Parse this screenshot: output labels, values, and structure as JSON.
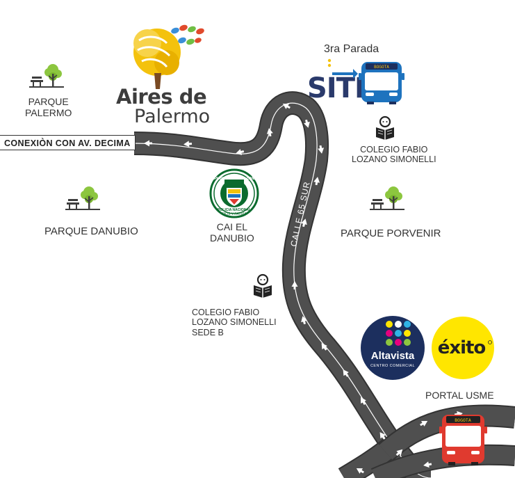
{
  "brand": {
    "name_line1": "Aires de",
    "name_line2": "Palermo"
  },
  "road": {
    "connection_label": "CONEXIÒN  CON AV. DECIMA",
    "street_label_upper": "CALLE 65 SUR",
    "street_label_lower": "CALLE 65 SUR"
  },
  "landmarks": {
    "parque_palermo": [
      "PARQUE",
      "PALERMO"
    ],
    "parque_danubio": "PARQUE DANUBIO",
    "cai": [
      "CAI EL",
      "DANUBIO"
    ],
    "colegio_1": [
      "COLEGIO FABIO",
      "LOZANO SIMONELLI"
    ],
    "parque_porvenir": "PARQUE  PORVENIR",
    "colegio_2": [
      "COLEGIO FABIO",
      "LOZANO SIMONELLI",
      "SEDE B"
    ],
    "sitp_stop": "3ra Parada",
    "sitp_logo": "SITP",
    "portal": "PORTAL USME",
    "bus_sign": "BOGOTA",
    "police_seal_text": [
      "REPUBLICA DE COLOMBIA",
      "POLICIA NACIONAL",
      "DIOS Y PATRIA"
    ]
  },
  "logos": {
    "altavista_name": "Altavista",
    "altavista_sub": "CENTRO COMERCIAL",
    "exito": "éxito"
  },
  "colors": {
    "road": "#4a4a4a",
    "road_edge": "#333333",
    "sitp_blue": "#1e73be",
    "sitp_navy": "#2a3a6b",
    "portal_red": "#e03a2f",
    "altavista_navy": "#1c2f5e",
    "exito_yellow": "#ffe600",
    "tree_green": "#8cc63f",
    "tree_leaf_yellow": "#f4c20d",
    "police_green": "#0b6b2e"
  }
}
